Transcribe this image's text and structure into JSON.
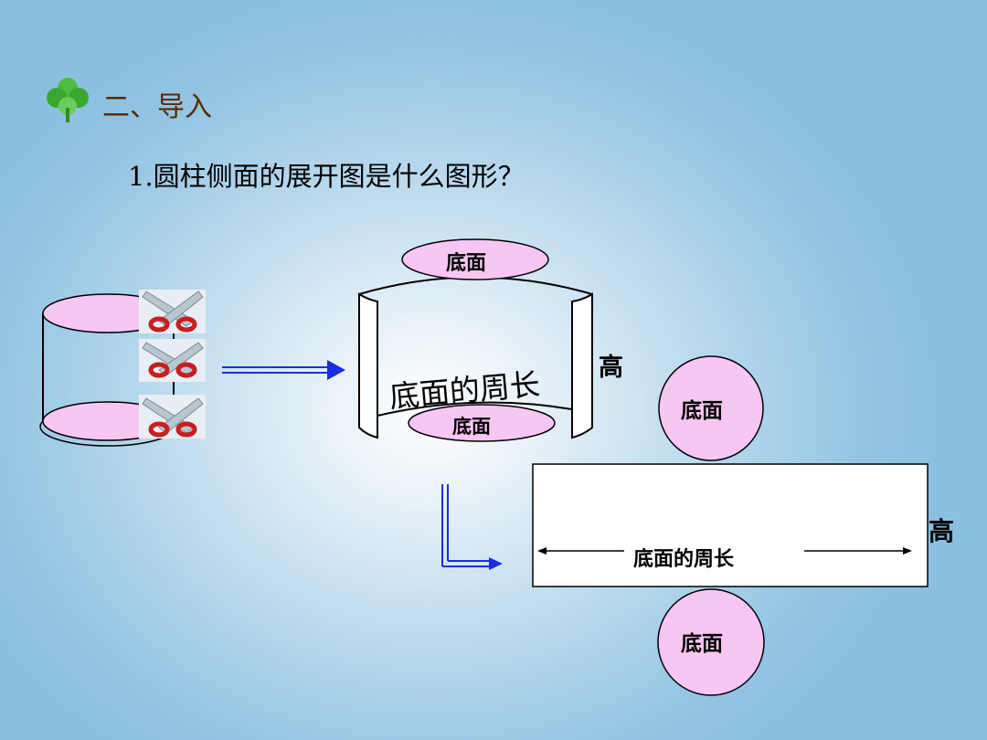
{
  "heading": "二、导入",
  "question": "1.圆柱侧面的展开图是什么图形？",
  "labels": {
    "base": "底面",
    "height": "高",
    "base_perimeter": "底面的周长"
  },
  "icons": {
    "bullet": "clover-icon",
    "cut": "scissors-icon"
  },
  "colors": {
    "ellipse_fill": "#f7c6f2",
    "arrow": "#1a2ee0",
    "scissors_handle": "#c81e1e",
    "clover": "#3aa830"
  }
}
